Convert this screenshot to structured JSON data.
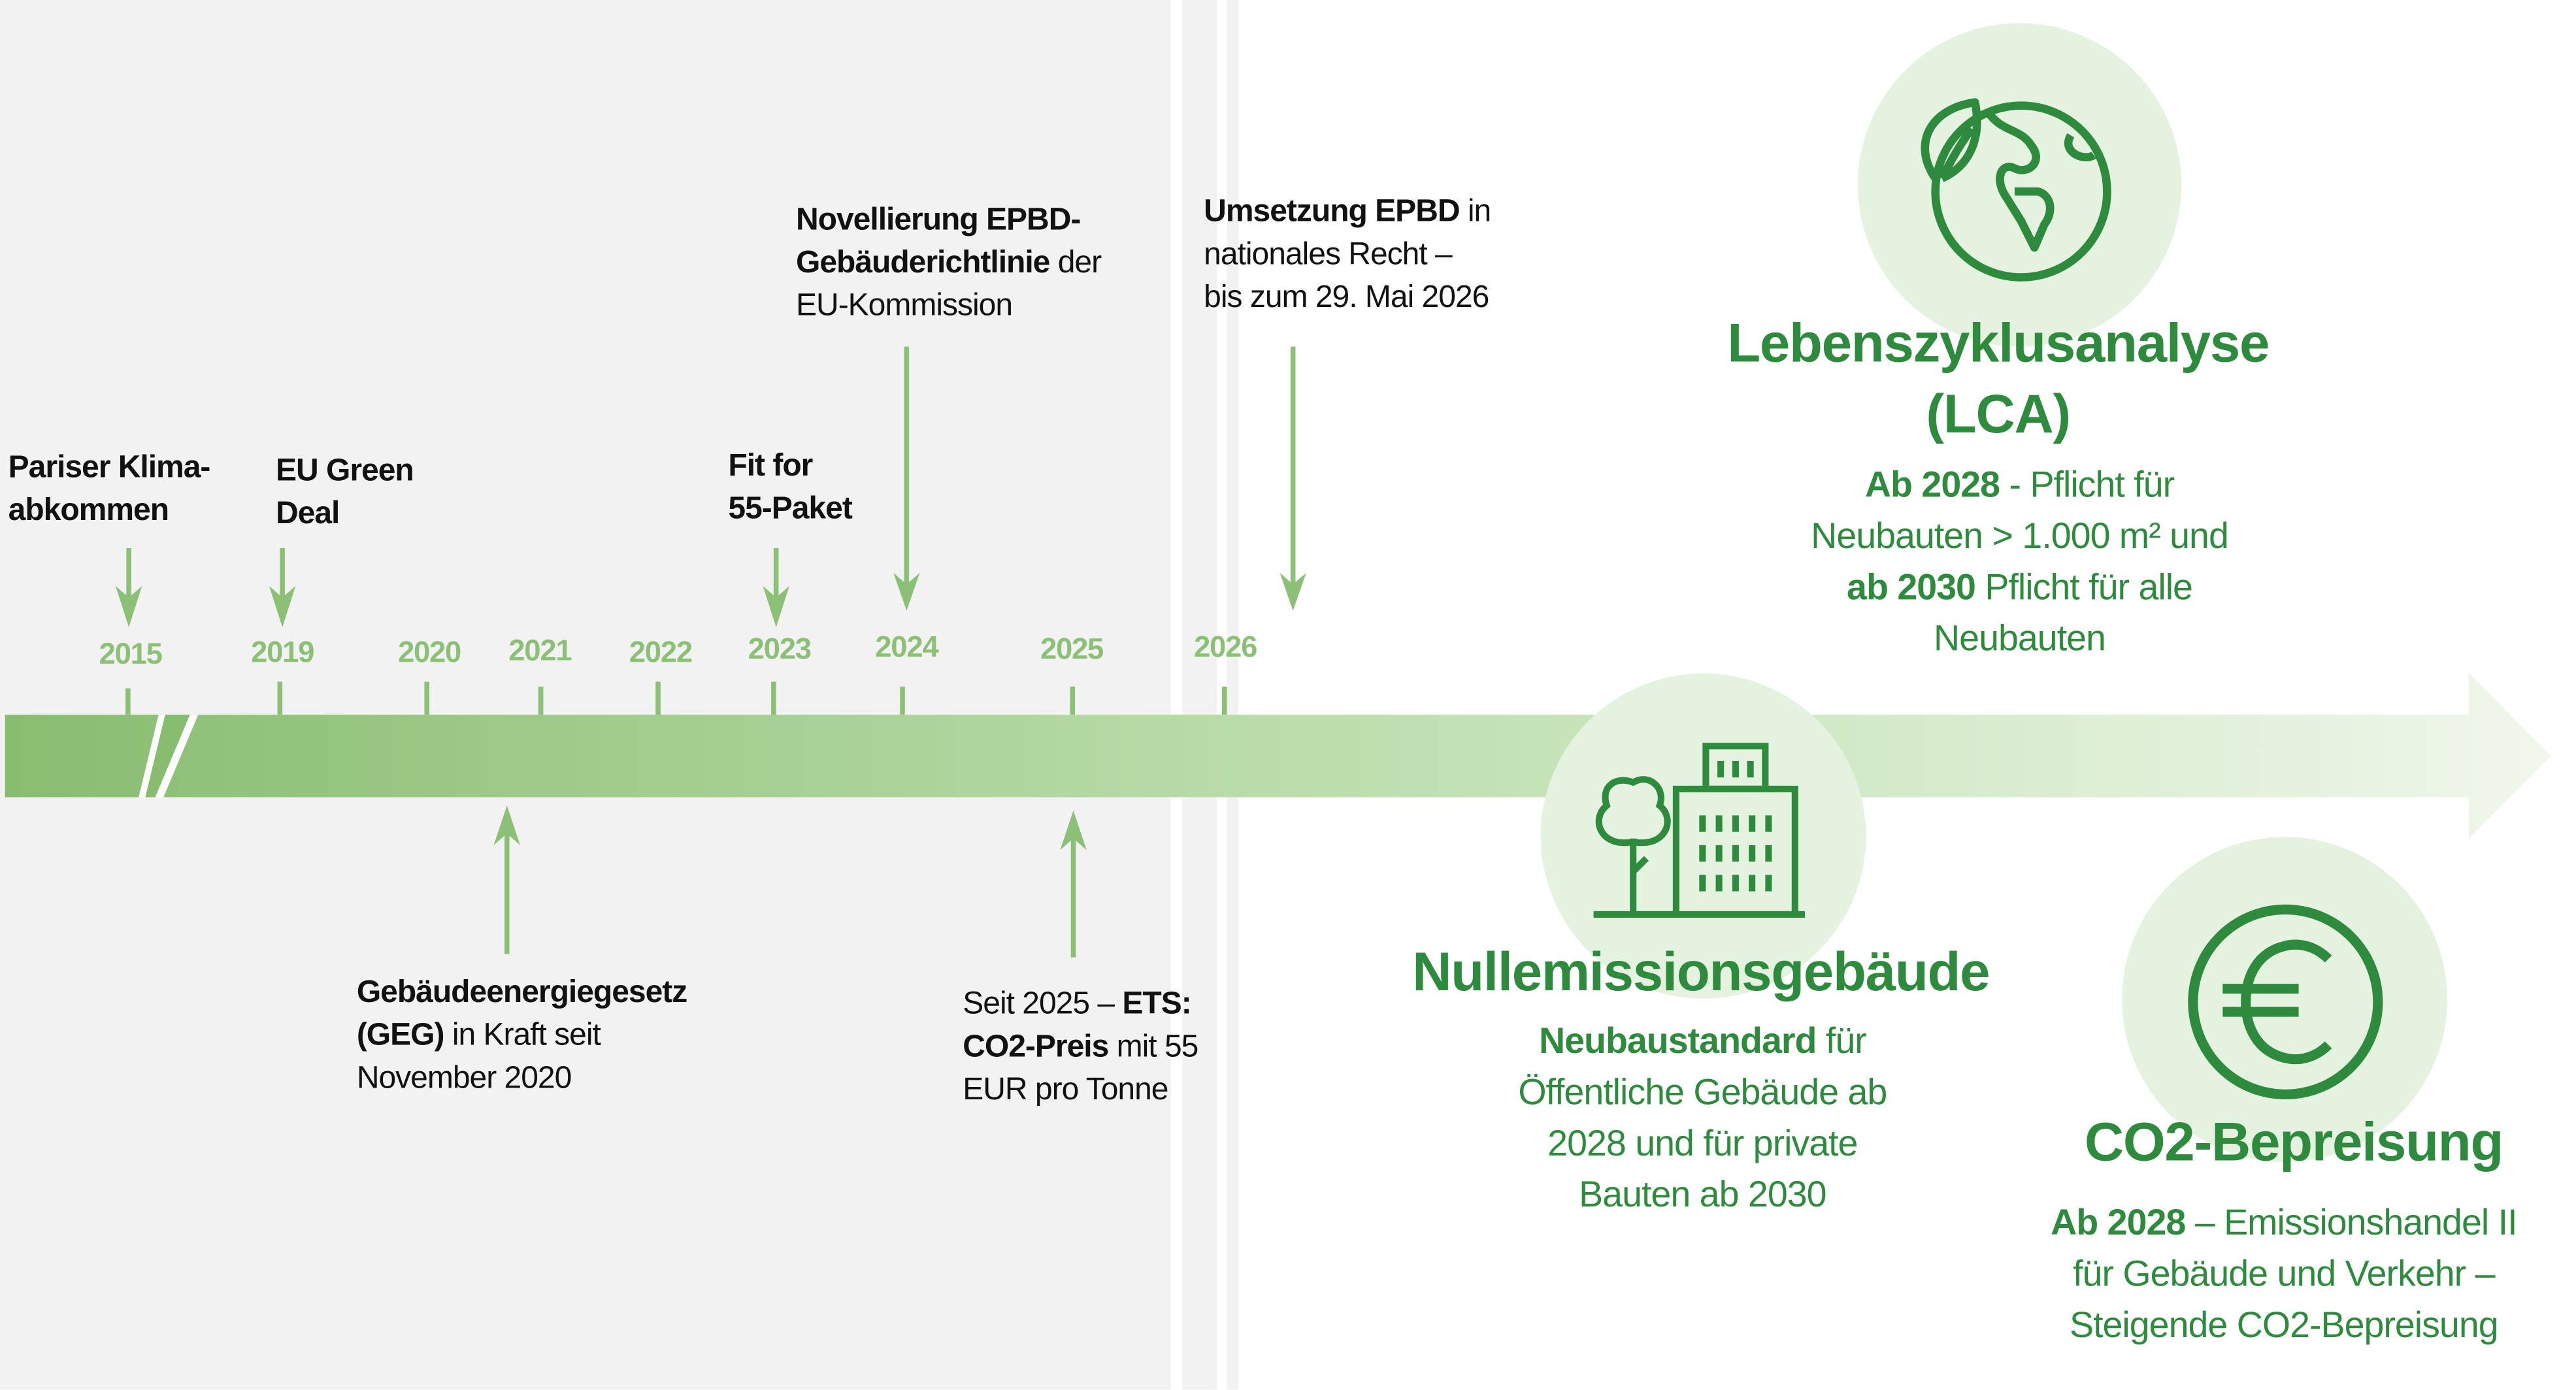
{
  "years": [
    "2015",
    "2019",
    "2020",
    "2021",
    "2022",
    "2023",
    "2024",
    "2025",
    "2026"
  ],
  "events_top": [
    {
      "l1": "Pariser Klima-",
      "l2": "abkommen"
    },
    {
      "l1": "EU Green",
      "l2": "Deal"
    },
    {
      "l1": "Fit for",
      "l2": "55-Paket"
    },
    {
      "l1_bold": "Novellierung EPBD-",
      "l2_bold": "Gebäuderichtlinie",
      "l2": " der",
      "l3": "EU-Kommission"
    },
    {
      "l1_bold": "Umsetzung EPBD",
      "l1": " in",
      "l2": "nationales Recht –",
      "l3": "bis zum 29. Mai 2026"
    }
  ],
  "events_bottom": [
    {
      "l1_bold": "Gebäudeenergiegesetz",
      "l2_bold": "(GEG)",
      "l2": " in Kraft seit",
      "l3": "November 2020"
    },
    {
      "l1": "Seit 2025 – ",
      "l1_bold": "ETS:",
      "l2_bold": "CO2-Preis",
      "l2": " mit 55",
      "l3": "EUR pro Tonne"
    }
  ],
  "future": {
    "lca": {
      "title1": "Lebenszyklusanalyse",
      "title2": "(LCA)",
      "d1_bold": "Ab 2028",
      "d1": " - Pflicht für",
      "d2": "Neubauten > 1.000 m² und",
      "d3_bold": "ab 2030",
      "d3": " Pflicht für alle",
      "d4": "Neubauten",
      "icon": "globe-leaf-icon"
    },
    "zero": {
      "title": "Nullemissionsgebäude",
      "d1_bold": "Neubaustandard",
      "d1": " für",
      "d2": "Öffentliche Gebäude ab",
      "d3": "2028 und für private",
      "d4": "Bauten ab 2030",
      "icon": "building-tree-icon"
    },
    "co2": {
      "title": "CO2-Bepreisung",
      "d1_bold": "Ab 2028",
      "d1": " – Emissionshandel II",
      "d2": "für Gebäude und Verkehr –",
      "d3": "Steigende CO2-Bepreisung",
      "icon": "euro-icon"
    }
  },
  "colors": {
    "accent": "#2e8b3e",
    "timeline": "#8cc076",
    "circle": "#e6f2e0"
  }
}
